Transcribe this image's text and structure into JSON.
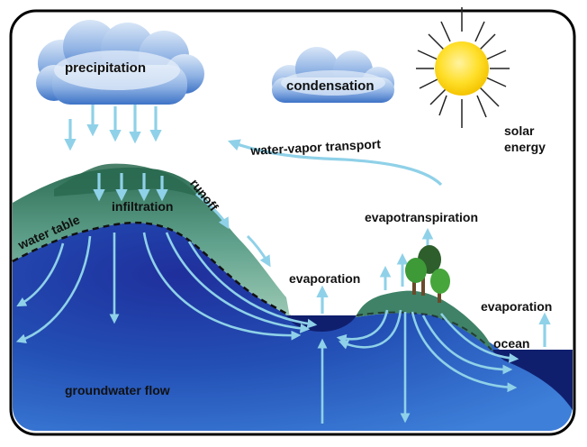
{
  "labels": {
    "precipitation": "precipitation",
    "condensation": "condensation",
    "solar_energy_line1": "solar",
    "solar_energy_line2": "energy",
    "water_vapor_transport": "water-vapor transport",
    "runoff": "runoff",
    "infiltration": "infiltration",
    "water_table": "water table",
    "evapotranspiration": "evapotranspiration",
    "evaporation_lake": "evaporation",
    "evaporation_ocean": "evaporation",
    "ocean": "ocean",
    "groundwater_flow": "groundwater flow"
  },
  "colors": {
    "sky": "#195ca7",
    "land": "#5f9e8e",
    "land_dark": "#2c6b55",
    "groundwater": "#1f3f9a",
    "groundwater_light": "#3b64c6",
    "ocean": "#0f1f6e",
    "arrow": "#8fd1e8",
    "sun": "#ffd820",
    "cloud": "#5e8ed3",
    "cloud_light": "#c8dbf5",
    "frame": "#000000"
  },
  "icons": [
    "cloud-icon",
    "sun-icon",
    "tree-icon",
    "arrow-icon"
  ]
}
